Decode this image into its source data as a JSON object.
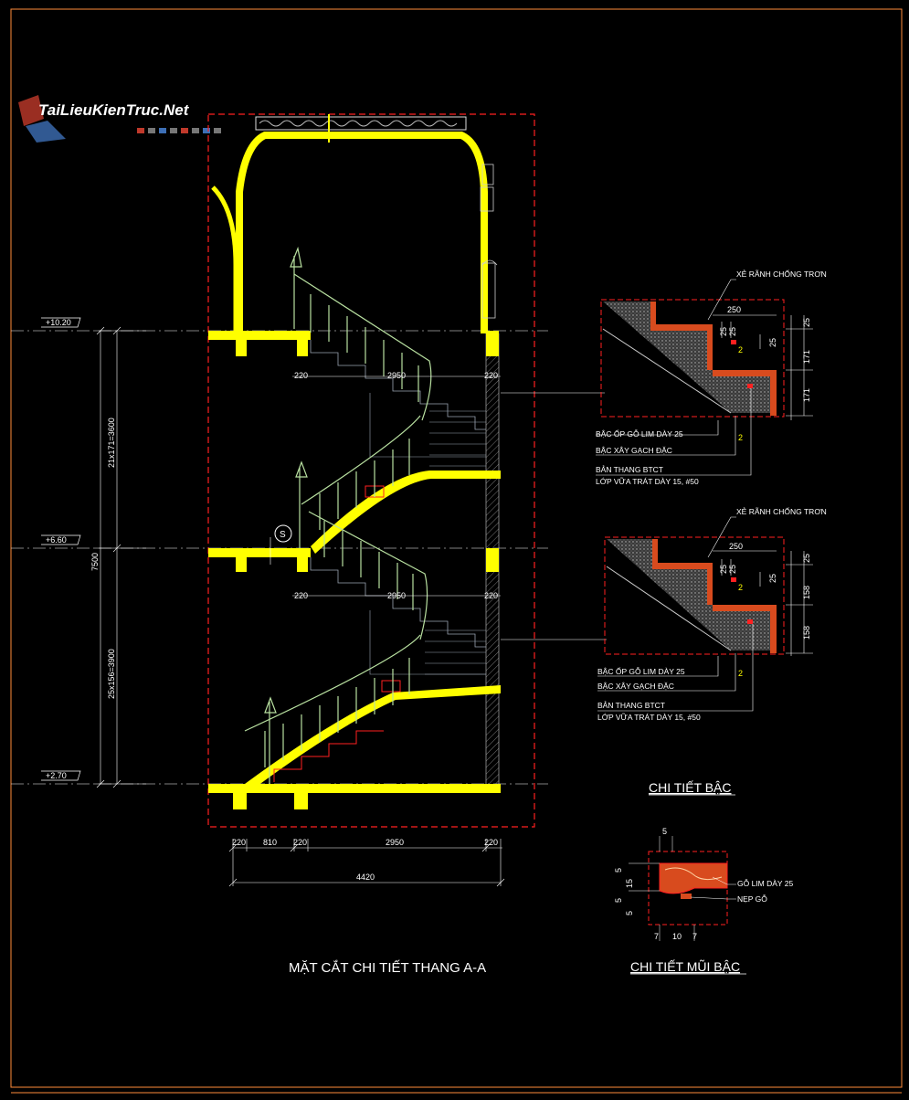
{
  "watermark": {
    "text": "TaiLieuKienTruc.Net"
  },
  "colors": {
    "background": "#000000",
    "structure": "#ffff00",
    "section_cut": "#ff2020",
    "railing": "#b8e0a0",
    "lines": "#ffffff",
    "hatch": "#8a8a8a",
    "timber": "#d84b1e",
    "frame": "#ff8c3a",
    "stair_grey": "#9aa4b2"
  },
  "levels": [
    {
      "label": "+10.20"
    },
    {
      "label": "+6.60"
    },
    {
      "label": "+2.70"
    }
  ],
  "vertical_dims": {
    "total": "7500",
    "upper_flight": "21x171=3600",
    "lower_flight": "25x156=3900"
  },
  "horizontal_dims": {
    "bottom_row": [
      "220",
      "810",
      "220",
      "2950",
      "220"
    ],
    "overall": "4420",
    "upper_floor_left": "220",
    "upper_floor_mid": "2950",
    "upper_floor_right": "220",
    "mid_floor_left": "220",
    "mid_floor_mid": "2950",
    "mid_floor_right": "220"
  },
  "section_marker": "S",
  "detail_upper": {
    "top_label": "XẺ RÃNH CHỐNG TRƠN",
    "tread": "250",
    "d_a": "25",
    "d_b": "25",
    "right_top": "25",
    "riser_1": "171",
    "riser_2": "171",
    "marker_1": "2",
    "marker_2": "2",
    "notes": [
      "BẬC ỐP GỖ LIM DÀY 25",
      "BẬC XÂY GẠCH ĐẶC",
      "BẢN THANG BTCT",
      "LỚP VỮA TRÁT DÀY 15, #50"
    ]
  },
  "detail_lower": {
    "top_label": "XẺ RÃNH CHỐNG TRƠN",
    "tread": "250",
    "d_a": "25",
    "d_b": "25",
    "right_top": "25",
    "riser_1": "158",
    "riser_2": "158",
    "marker_1": "2",
    "marker_2": "2",
    "notes": [
      "BẬC ỐP GỖ LIM DÀY 25",
      "BẬC XÂY GẠCH ĐẶC",
      "BẢN THANG BTCT",
      "LỚP VỮA TRÁT DÀY 15, #50"
    ]
  },
  "nosing_detail": {
    "top": "5",
    "left_dims": [
      "5",
      "15",
      "5",
      "5"
    ],
    "bottom_dims": [
      "7",
      "10",
      "7"
    ],
    "label_1": "GỖ LIM DÀY 25",
    "label_2": "NẸP GỖ"
  },
  "titles": {
    "main": "MẶT CẮT CHI TIẾT THANG A-A",
    "step_detail": "CHI TIẾT BẬC",
    "nosing_detail": "CHI TIẾT MŨI BẬC"
  }
}
